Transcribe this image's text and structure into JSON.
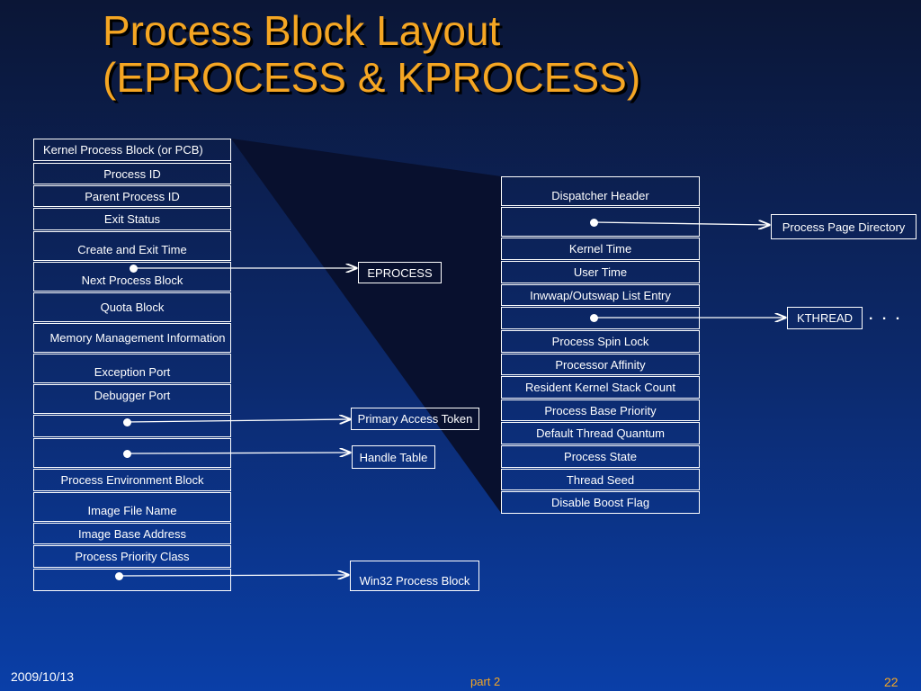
{
  "title": {
    "line1": "Process Block Layout",
    "line2": "(EPROCESS & KPROCESS)"
  },
  "eprocess_fields": [
    "Kernel Process Block (or PCB)",
    "Process ID",
    "Parent Process ID",
    "Exit Status",
    "Create and Exit Time",
    "Next Process Block",
    "Quota Block",
    "Memory Management Information",
    "Exception Port",
    "Debugger Port",
    "",
    "",
    "Process Environment Block",
    "Image File Name",
    "Image Base Address",
    "Process Priority Class",
    ""
  ],
  "kprocess_fields": [
    "Dispatcher Header",
    "",
    "Kernel Time",
    "User Time",
    "Inwwap/Outswap List Entry",
    "",
    "Process Spin Lock",
    "Processor Affinity",
    "Resident Kernel Stack Count",
    "Process Base Priority",
    "Default Thread Quantum",
    "Process State",
    "Thread Seed",
    "Disable Boost Flag"
  ],
  "targets": {
    "eprocess": "EPROCESS",
    "primary_access_token": "Primary Access Token",
    "handle_table": "Handle Table",
    "win32_process_block": "Win32 Process Block",
    "process_page_directory": "Process Page Directory",
    "kthread": "KTHREAD"
  },
  "ellipsis": ". . .",
  "footer": {
    "date": "2009/10/13",
    "section": "part 2",
    "page": "22"
  },
  "colors": {
    "title": "#f5a623",
    "pcb_wedge": "#08102e"
  }
}
